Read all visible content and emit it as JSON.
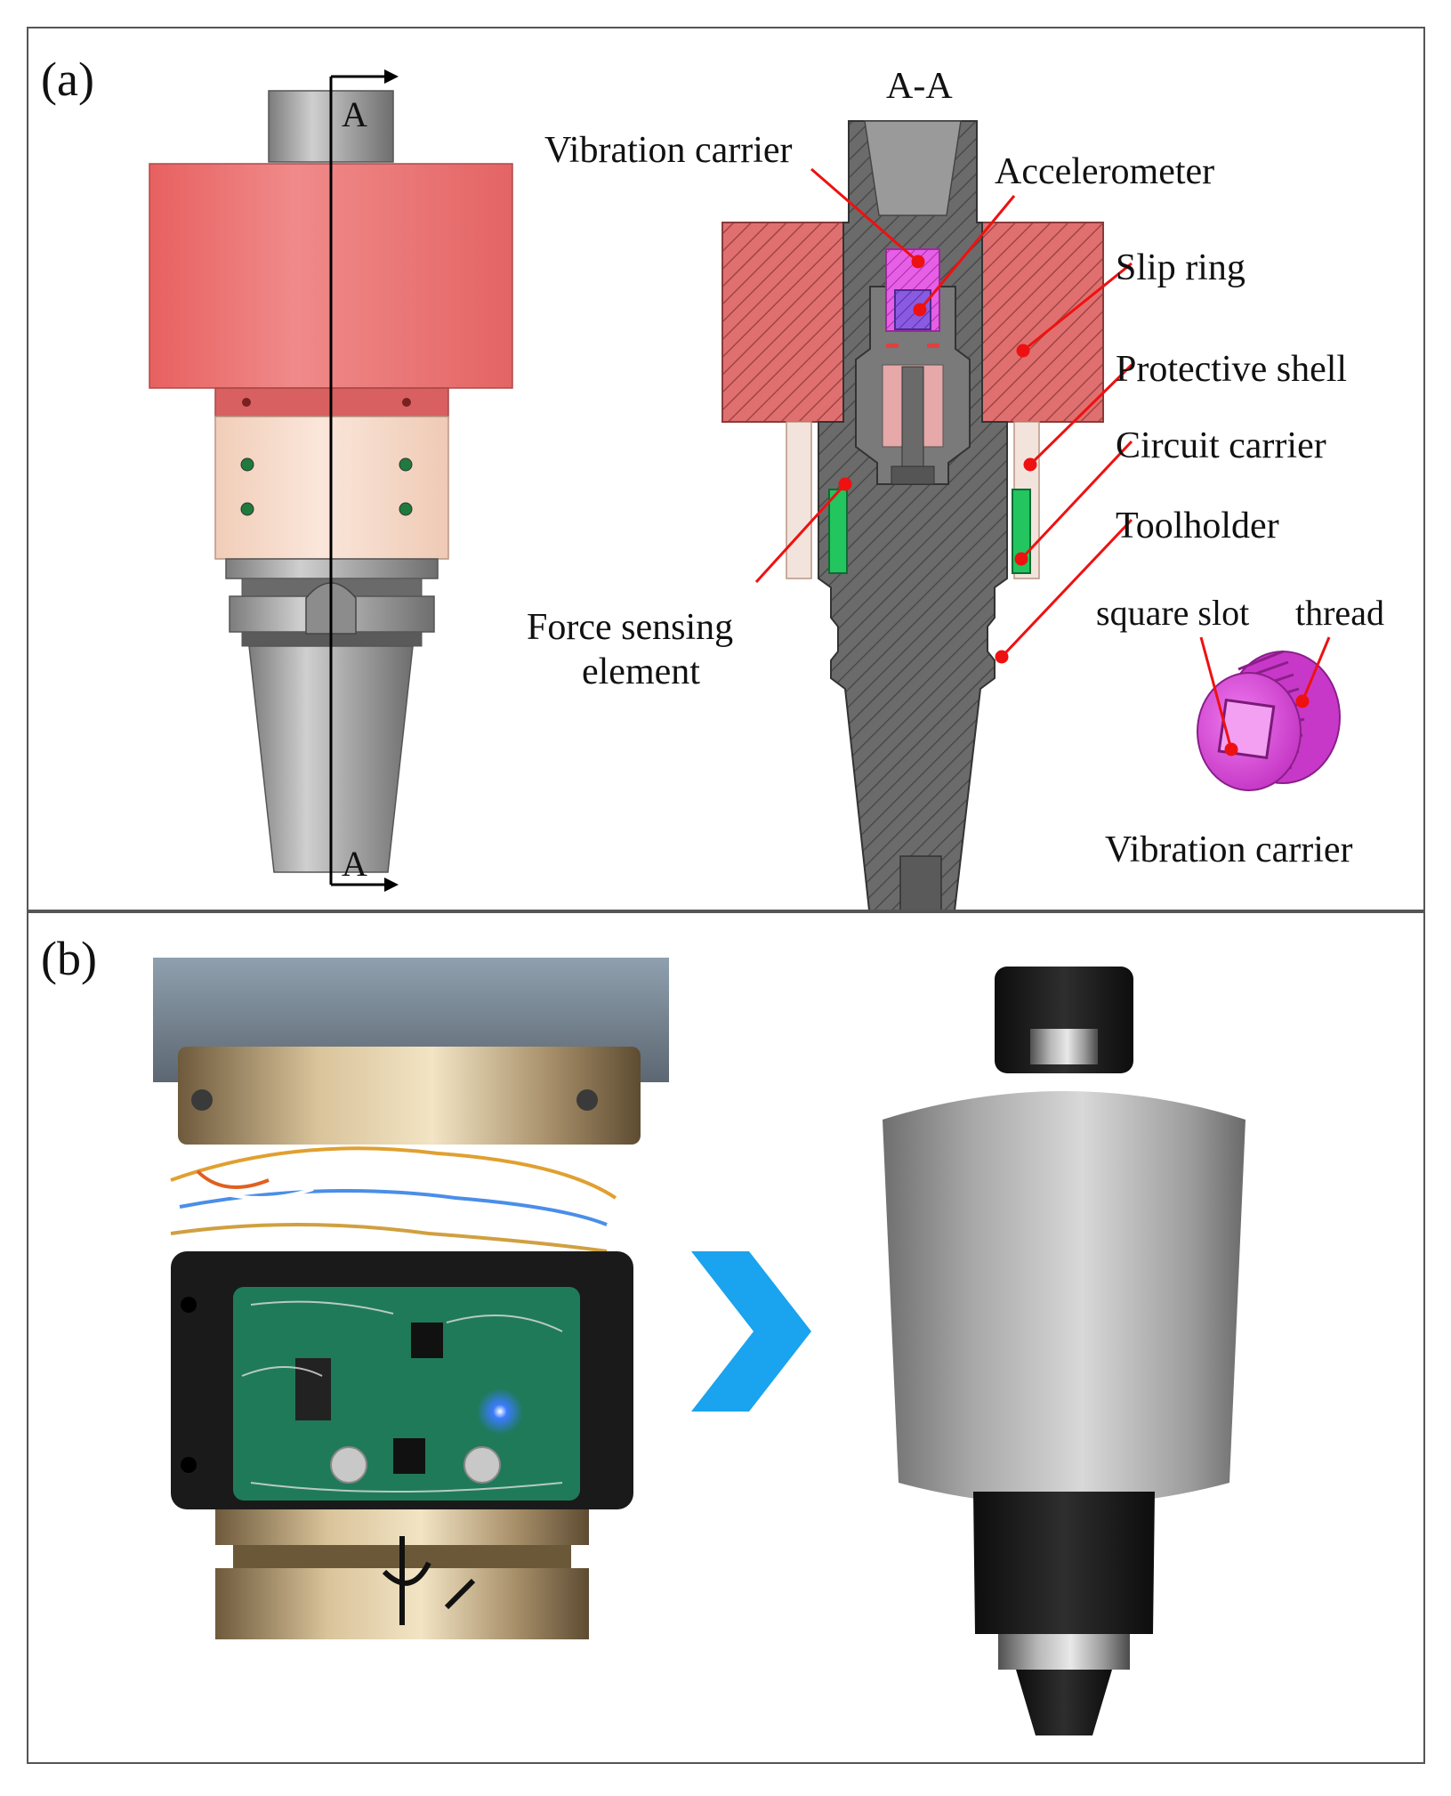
{
  "panel_a": {
    "label": "(a)",
    "section_title": "A-A",
    "section_marker_top": "A",
    "section_marker_bottom": "A",
    "callouts": {
      "vibration_carrier": "Vibration carrier",
      "accelerometer": "Accelerometer",
      "slip_ring": "Slip ring",
      "protective_shell": "Protective shell",
      "circuit_carrier": "Circuit carrier",
      "toolholder": "Toolholder",
      "force_sensing_line1": "Force sensing",
      "force_sensing_line2": "element"
    },
    "inset": {
      "square_slot": "square slot",
      "thread": "thread",
      "caption": "Vibration carrier"
    }
  },
  "panel_b": {
    "label": "(b)"
  },
  "colors": {
    "slip_ring": "#e86b6b",
    "shell": "#f4d6c4",
    "metal": "#9a9a9a",
    "carrier": "#e040e0",
    "accelerometer": "#7b52d8",
    "force_element": "#22c55e",
    "callout_line": "#ee1111",
    "arrow": "#1aa3ee"
  }
}
